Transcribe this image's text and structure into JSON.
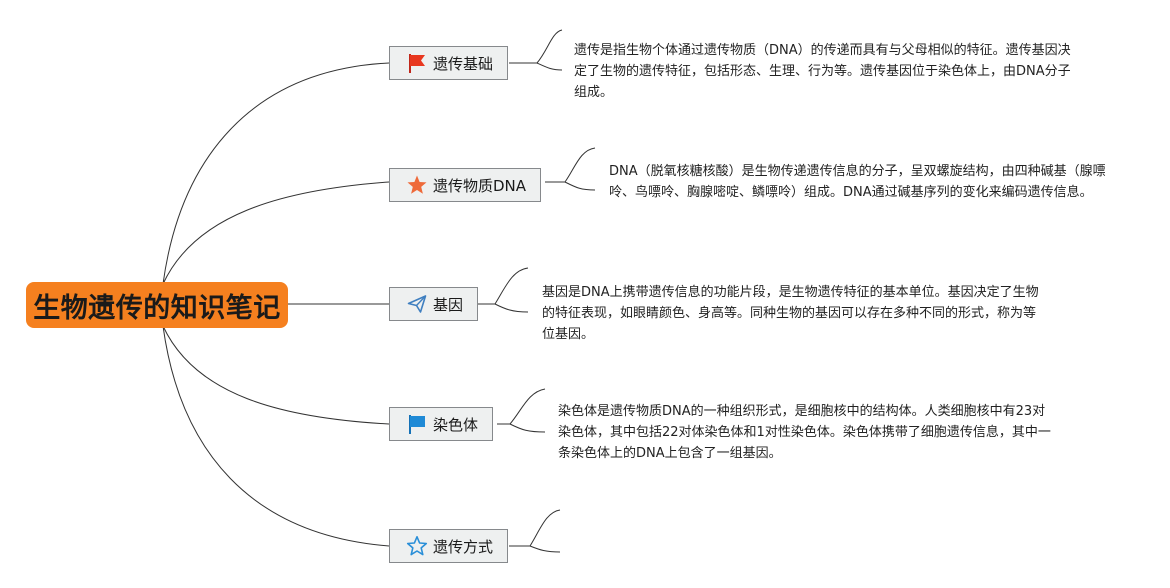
{
  "root": {
    "title": "生物遗传的知识笔记"
  },
  "branches": [
    {
      "label": "遗传基础",
      "icon": "red-flag-icon",
      "note": "遗传是指生物个体通过遗传物质（DNA）的传递而具有与父母相似的特征。遗传基因决定了生物的遗传特征，包括形态、生理、行为等。遗传基因位于染色体上，由DNA分子组成。"
    },
    {
      "label": "遗传物质DNA",
      "icon": "orange-star-icon",
      "note": "DNA（脱氧核糖核酸）是生物传递遗传信息的分子，呈双螺旋结构，由四种碱基（腺嘌呤、鸟嘌呤、胸腺嘧啶、鳞嘌呤）组成。DNA通过碱基序列的变化来编码遗传信息。"
    },
    {
      "label": "基因",
      "icon": "paper-plane-icon",
      "note": "基因是DNA上携带遗传信息的功能片段，是生物遗传特征的基本单位。基因决定了生物的特征表现，如眼睛颜色、身高等。同种生物的基因可以存在多种不同的形式，称为等位基因。"
    },
    {
      "label": "染色体",
      "icon": "blue-flag-icon",
      "note": "染色体是遗传物质DNA的一种组织形式，是细胞核中的结构体。人类细胞核中有23对染色体，其中包括22对体染色体和1对性染色体。染色体携带了细胞遗传信息，其中一条染色体上的DNA上包含了一组基因。"
    },
    {
      "label": "遗传方式",
      "icon": "outline-star-icon",
      "note": ""
    }
  ],
  "colors": {
    "root": "#f5801f",
    "line": "#333333",
    "topic_bg": "#eef0f0",
    "topic_border": "#86898c"
  }
}
